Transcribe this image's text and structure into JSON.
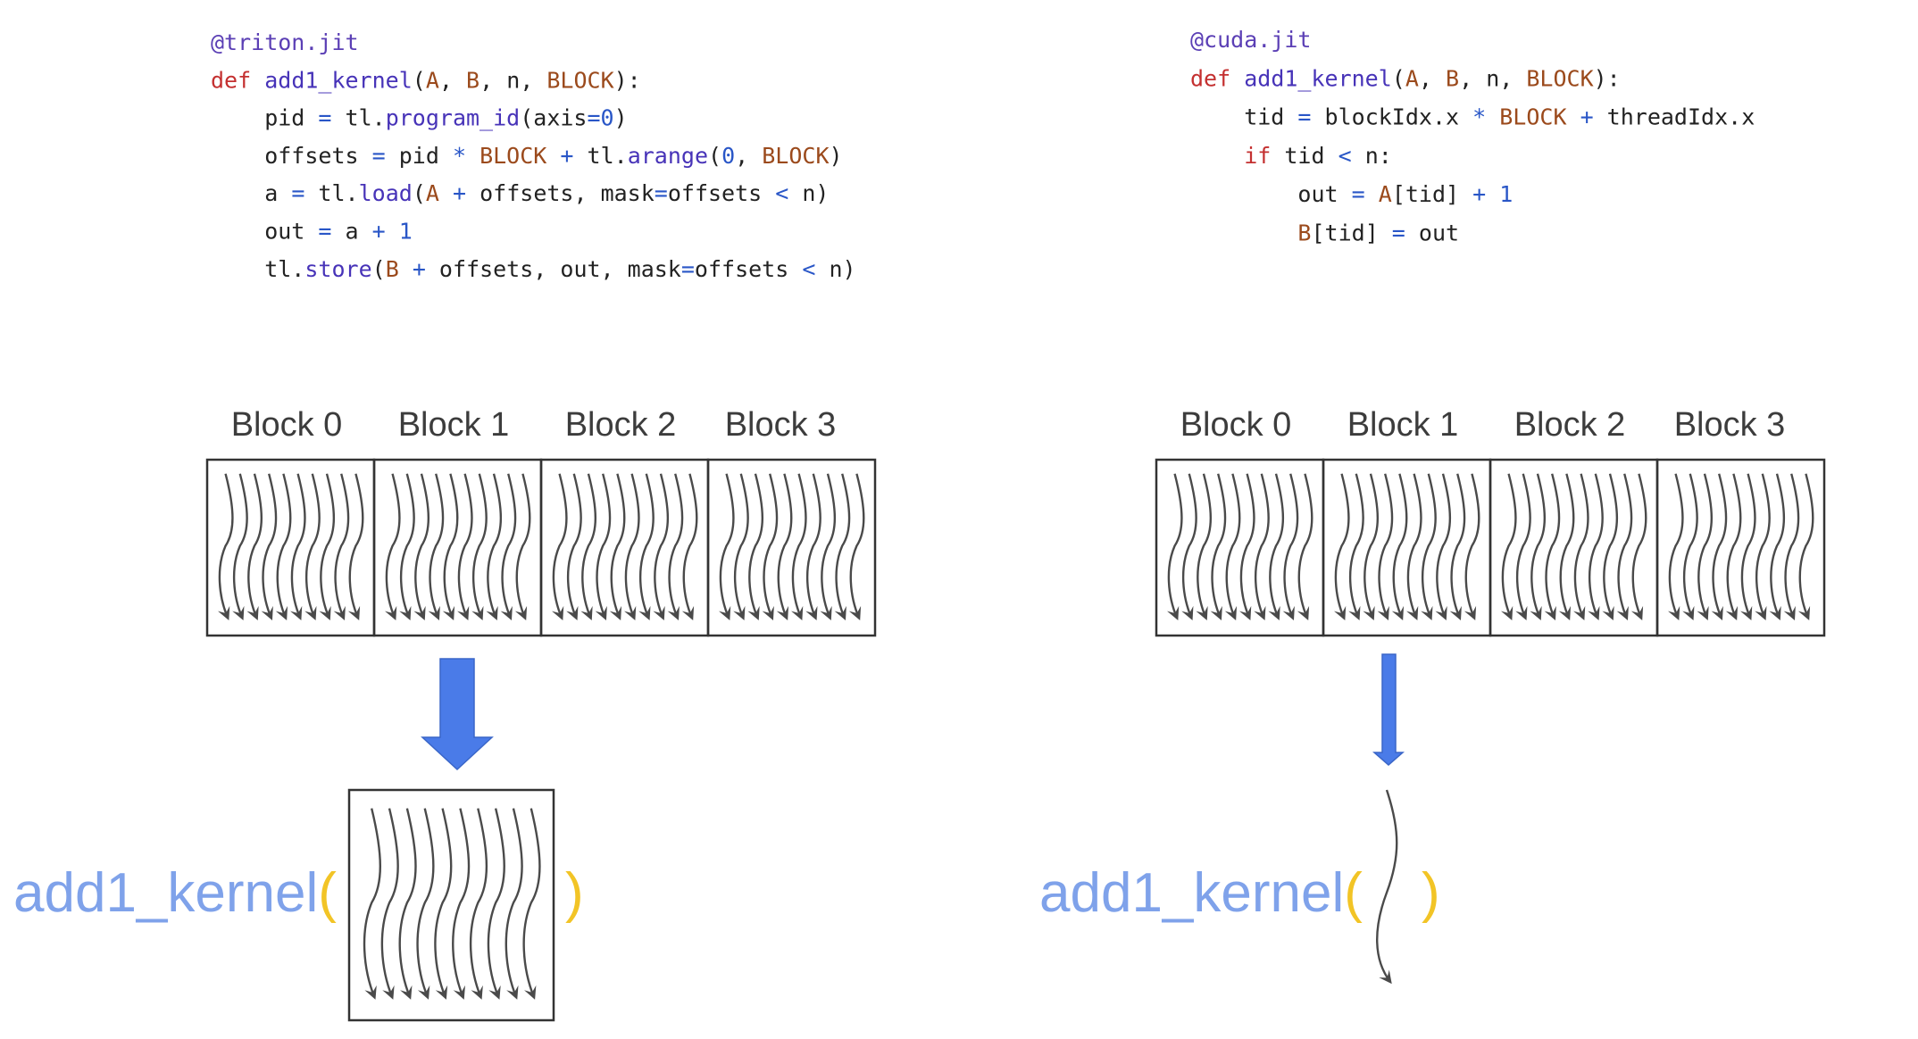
{
  "colors": {
    "decorator": "#5b3fb5",
    "keyword": "#c43030",
    "function": "#4733b8",
    "param": "#9b4a1c",
    "operator": "#2956c7",
    "plain": "#222222",
    "arrow": "#4a7be8",
    "fn_label": "#7fa2ea",
    "paren": "#f2c426"
  },
  "triton": {
    "code": [
      [
        [
          "@triton.jit",
          "decorator"
        ]
      ],
      [
        [
          "def",
          "keyword"
        ],
        [
          " ",
          "plain"
        ],
        [
          "add1_kernel",
          "function"
        ],
        [
          "(",
          "plain"
        ],
        [
          "A",
          "param"
        ],
        [
          ", ",
          "plain"
        ],
        [
          "B",
          "param"
        ],
        [
          ", n, ",
          "plain"
        ],
        [
          "BLOCK",
          "param"
        ],
        [
          "):",
          "plain"
        ]
      ],
      [
        [
          "    pid ",
          "plain"
        ],
        [
          "=",
          "operator"
        ],
        [
          " tl.",
          "plain"
        ],
        [
          "program_id",
          "function"
        ],
        [
          "(axis",
          "plain"
        ],
        [
          "=0",
          "operator"
        ],
        [
          ")",
          "plain"
        ]
      ],
      [
        [
          "    offsets ",
          "plain"
        ],
        [
          "=",
          "operator"
        ],
        [
          " pid ",
          "plain"
        ],
        [
          "*",
          "operator"
        ],
        [
          " ",
          "plain"
        ],
        [
          "BLOCK",
          "param"
        ],
        [
          " ",
          "plain"
        ],
        [
          "+",
          "operator"
        ],
        [
          " tl.",
          "plain"
        ],
        [
          "arange",
          "function"
        ],
        [
          "(",
          "plain"
        ],
        [
          "0",
          "operator"
        ],
        [
          ", ",
          "plain"
        ],
        [
          "BLOCK",
          "param"
        ],
        [
          ")",
          "plain"
        ]
      ],
      [
        [
          "    a ",
          "plain"
        ],
        [
          "=",
          "operator"
        ],
        [
          " tl.",
          "plain"
        ],
        [
          "load",
          "function"
        ],
        [
          "(",
          "plain"
        ],
        [
          "A",
          "param"
        ],
        [
          " ",
          "plain"
        ],
        [
          "+",
          "operator"
        ],
        [
          " offsets, mask",
          "plain"
        ],
        [
          "=",
          "operator"
        ],
        [
          "offsets ",
          "plain"
        ],
        [
          "<",
          "operator"
        ],
        [
          " n)",
          "plain"
        ]
      ],
      [
        [
          "    out ",
          "plain"
        ],
        [
          "=",
          "operator"
        ],
        [
          " a ",
          "plain"
        ],
        [
          "+ 1",
          "operator"
        ]
      ],
      [
        [
          "    tl.",
          "plain"
        ],
        [
          "store",
          "function"
        ],
        [
          "(",
          "plain"
        ],
        [
          "B",
          "param"
        ],
        [
          " ",
          "plain"
        ],
        [
          "+",
          "operator"
        ],
        [
          " offsets, out, mask",
          "plain"
        ],
        [
          "=",
          "operator"
        ],
        [
          "offsets ",
          "plain"
        ],
        [
          "<",
          "operator"
        ],
        [
          " n)",
          "plain"
        ]
      ]
    ],
    "blocks": [
      "Block 0",
      "Block 1",
      "Block 2",
      "Block 3"
    ],
    "fn_name": "add1_kernel",
    "open_paren": "(",
    "close_paren": ")"
  },
  "cuda": {
    "code": [
      [
        [
          "@cuda.jit",
          "decorator"
        ]
      ],
      [
        [
          "def",
          "keyword"
        ],
        [
          " ",
          "plain"
        ],
        [
          "add1_kernel",
          "function"
        ],
        [
          "(",
          "plain"
        ],
        [
          "A",
          "param"
        ],
        [
          ", ",
          "plain"
        ],
        [
          "B",
          "param"
        ],
        [
          ", n, ",
          "plain"
        ],
        [
          "BLOCK",
          "param"
        ],
        [
          "):",
          "plain"
        ]
      ],
      [
        [
          "    tid ",
          "plain"
        ],
        [
          "=",
          "operator"
        ],
        [
          " blockIdx.x ",
          "plain"
        ],
        [
          "*",
          "operator"
        ],
        [
          " ",
          "plain"
        ],
        [
          "BLOCK",
          "param"
        ],
        [
          " ",
          "plain"
        ],
        [
          "+",
          "operator"
        ],
        [
          " threadIdx.x",
          "plain"
        ]
      ],
      [
        [
          "    ",
          "plain"
        ],
        [
          "if",
          "keyword"
        ],
        [
          " tid ",
          "plain"
        ],
        [
          "<",
          "operator"
        ],
        [
          " n:",
          "plain"
        ]
      ],
      [
        [
          "        out ",
          "plain"
        ],
        [
          "=",
          "operator"
        ],
        [
          " ",
          "plain"
        ],
        [
          "A",
          "param"
        ],
        [
          "[tid] ",
          "plain"
        ],
        [
          "+ 1",
          "operator"
        ]
      ],
      [
        [
          "        ",
          "plain"
        ],
        [
          "B",
          "param"
        ],
        [
          "[tid] ",
          "plain"
        ],
        [
          "=",
          "operator"
        ],
        [
          " out",
          "plain"
        ]
      ]
    ],
    "blocks": [
      "Block 0",
      "Block 1",
      "Block 2",
      "Block 3"
    ],
    "fn_name": "add1_kernel",
    "open_paren": "(",
    "close_paren": ")"
  }
}
